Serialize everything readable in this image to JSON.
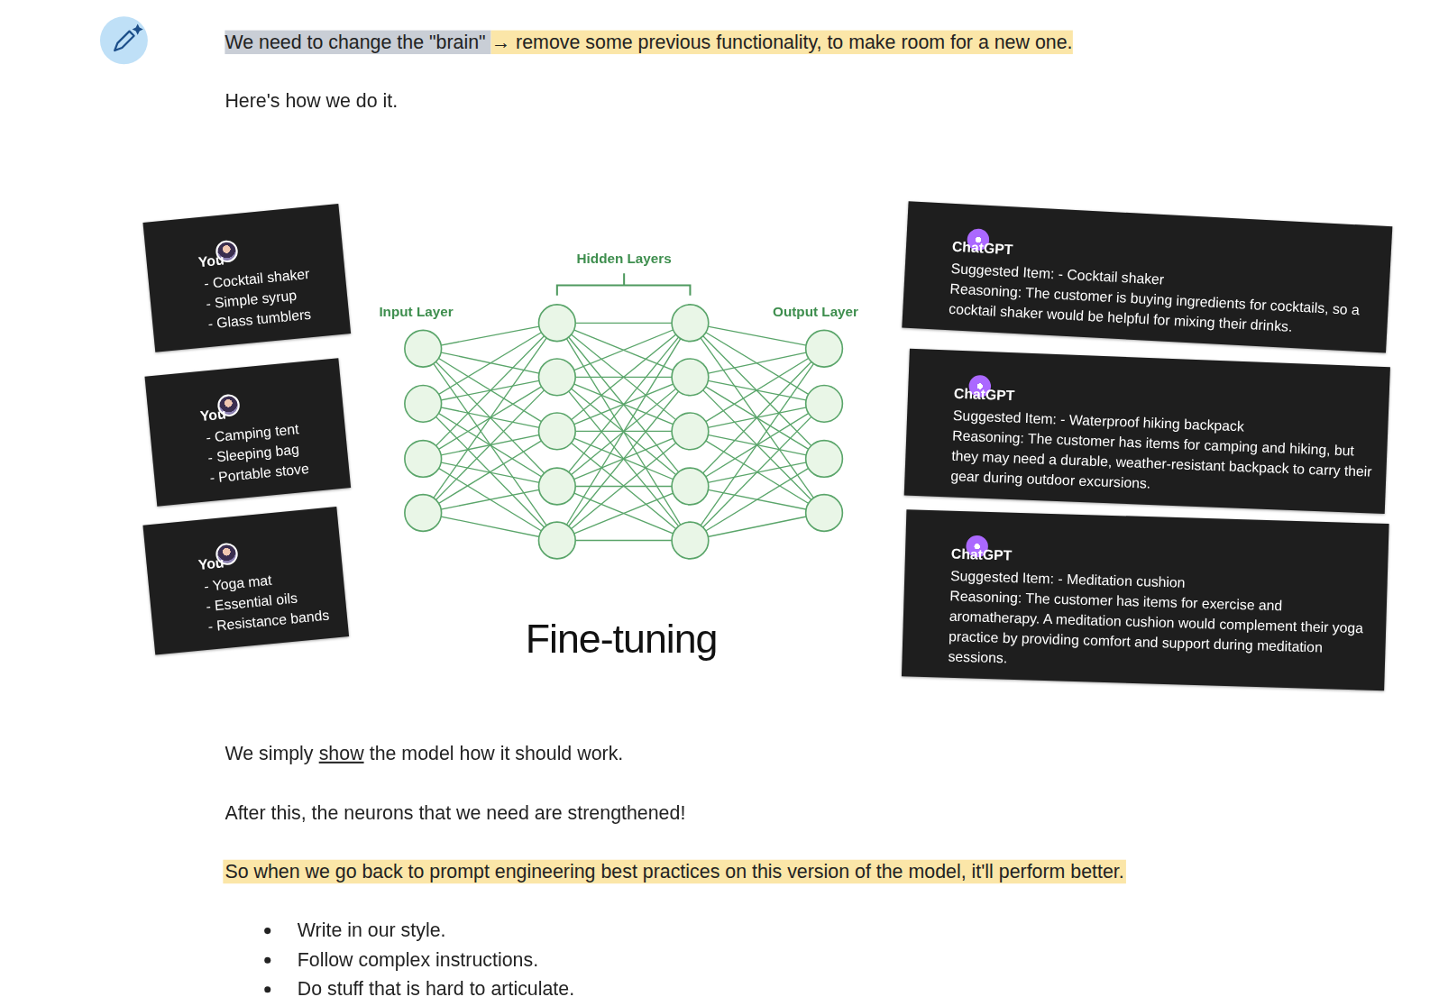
{
  "diagram": {
    "nodes": [
      {
        "text": [
          "You",
          "- Cocktail shaker",
          "- Simple syrup",
          "- Glass tumblers"
        ]
      },
      {
        "text": [
          "You",
          "- Camping tent",
          "- Sleeping bag",
          "- Portable stove"
        ]
      },
      {
        "text": [
          "You",
          "- Yoga mat",
          "- Essential oils",
          "- Resistance bands"
        ]
      },
      {
        "text": [
          "ChatGPT",
          "Suggested Item: - Cocktail shaker",
          "Reasoning: The customer is buying ingredients for cocktails, so a cocktail shaker would be helpful for mixing their drinks."
        ]
      },
      {
        "text": [
          "ChatGPT",
          "Suggested Item: - Waterproof hiking backpack",
          "Reasoning: The customer has items for camping and hiking, but they may need a durable, weather-resistant backpack to carry their gear during outdoor excursions."
        ]
      },
      {
        "text": [
          "ChatGPT",
          "Suggested Item: - Meditation cushion",
          "Reasoning: The customer has items for exercise and aromatherapy. A meditation cushion would complement their yoga practice by providing comfort and support during meditation sessions."
        ]
      }
    ],
    "labels": [
      "We need to change the \"brain\"",
      "→ remove some previous functionality, to make room for a new one.",
      "Here's how we do it.",
      "Hidden Layers",
      "Input Layer",
      "Output Layer",
      "Fine-tuning",
      "We simply",
      "show",
      "the model how it should work.",
      "After this, the neurons that we need are strengthened!",
      "So when we go back to prompt engineering best practices on this version of the model, it'll perform better.",
      "Write in our style.",
      "Follow complex instructions.",
      "Do stuff that is hard to articulate."
    ]
  }
}
